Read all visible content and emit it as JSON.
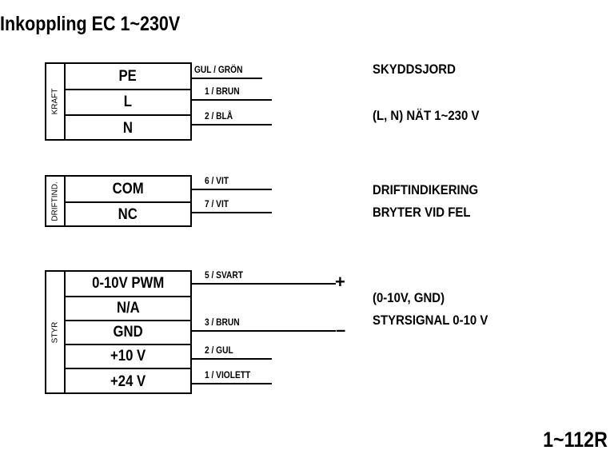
{
  "title": "Inkoppling EC 1~230V",
  "model_code": "1~112R",
  "blocks": {
    "kraft": {
      "label": "KRAFT",
      "terminals": [
        "PE",
        "L",
        "N"
      ],
      "wires": [
        "GUL / GRÖN",
        "1 / BRUN",
        "2 / BLÅ"
      ]
    },
    "drift": {
      "label": "DRIFTIND.",
      "terminals": [
        "COM",
        "NC"
      ],
      "wires": [
        "6 / VIT",
        "7 / VIT"
      ]
    },
    "styr": {
      "label": "STYR",
      "terminals": [
        "0-10V PWM",
        "N/A",
        "GND",
        "+10 V",
        "+24 V"
      ],
      "wires": [
        "5 / SVART",
        "3 / BRUN",
        "2 / GUL",
        "1 / VIOLETT"
      ],
      "plus_sign": "+",
      "minus_sign": "–"
    }
  },
  "descriptions": {
    "skyddsjord": "SKYDDSJORD",
    "natt": "(L, N) NÄT 1~230 V",
    "drift_line1": "DRIFTINDIKERING",
    "drift_line2": "BRYTER VID FEL",
    "styr_line1": "(0-10V, GND)",
    "styr_line2": "STYRSIGNAL 0-10 V"
  }
}
